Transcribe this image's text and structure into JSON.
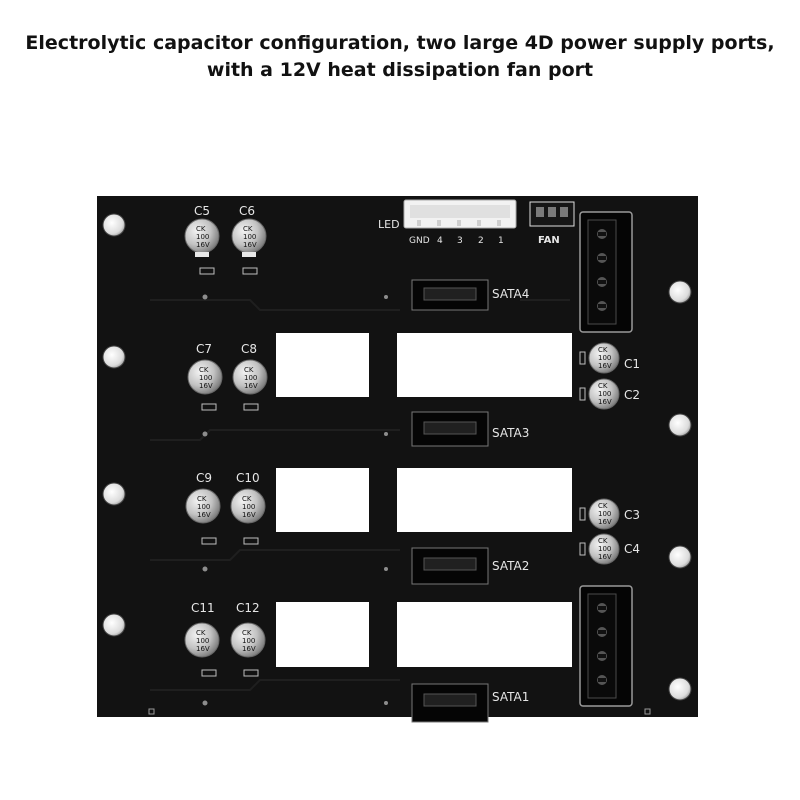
{
  "caption": {
    "line1": "Electrolytic capacitor configuration, two large 4D power supply ports,",
    "line2": "with a 12V heat dissipation fan port"
  },
  "board": {
    "led_label": "LED",
    "fan_label": "FAN",
    "led_pins": [
      "GND",
      "4",
      "3",
      "2",
      "1"
    ],
    "sata_labels": {
      "sata1": "SATA1",
      "sata2": "SATA2",
      "sata3": "SATA3",
      "sata4": "SATA4"
    },
    "left_capacitors": [
      "C5",
      "C6",
      "C7",
      "C8",
      "C9",
      "C10",
      "C11",
      "C12"
    ],
    "right_capacitors": [
      "C1",
      "C2",
      "C3",
      "C4"
    ],
    "capacitor_marking": {
      "brand": "CK",
      "capacitance": "100",
      "voltage": "16V"
    }
  },
  "colors": {
    "pcb": "#121212",
    "silkscreen": "#e6e6e6",
    "connector": "#050505",
    "header_white": "#f2f2f2",
    "capacitor_sleeve": "#b9b9b9"
  }
}
